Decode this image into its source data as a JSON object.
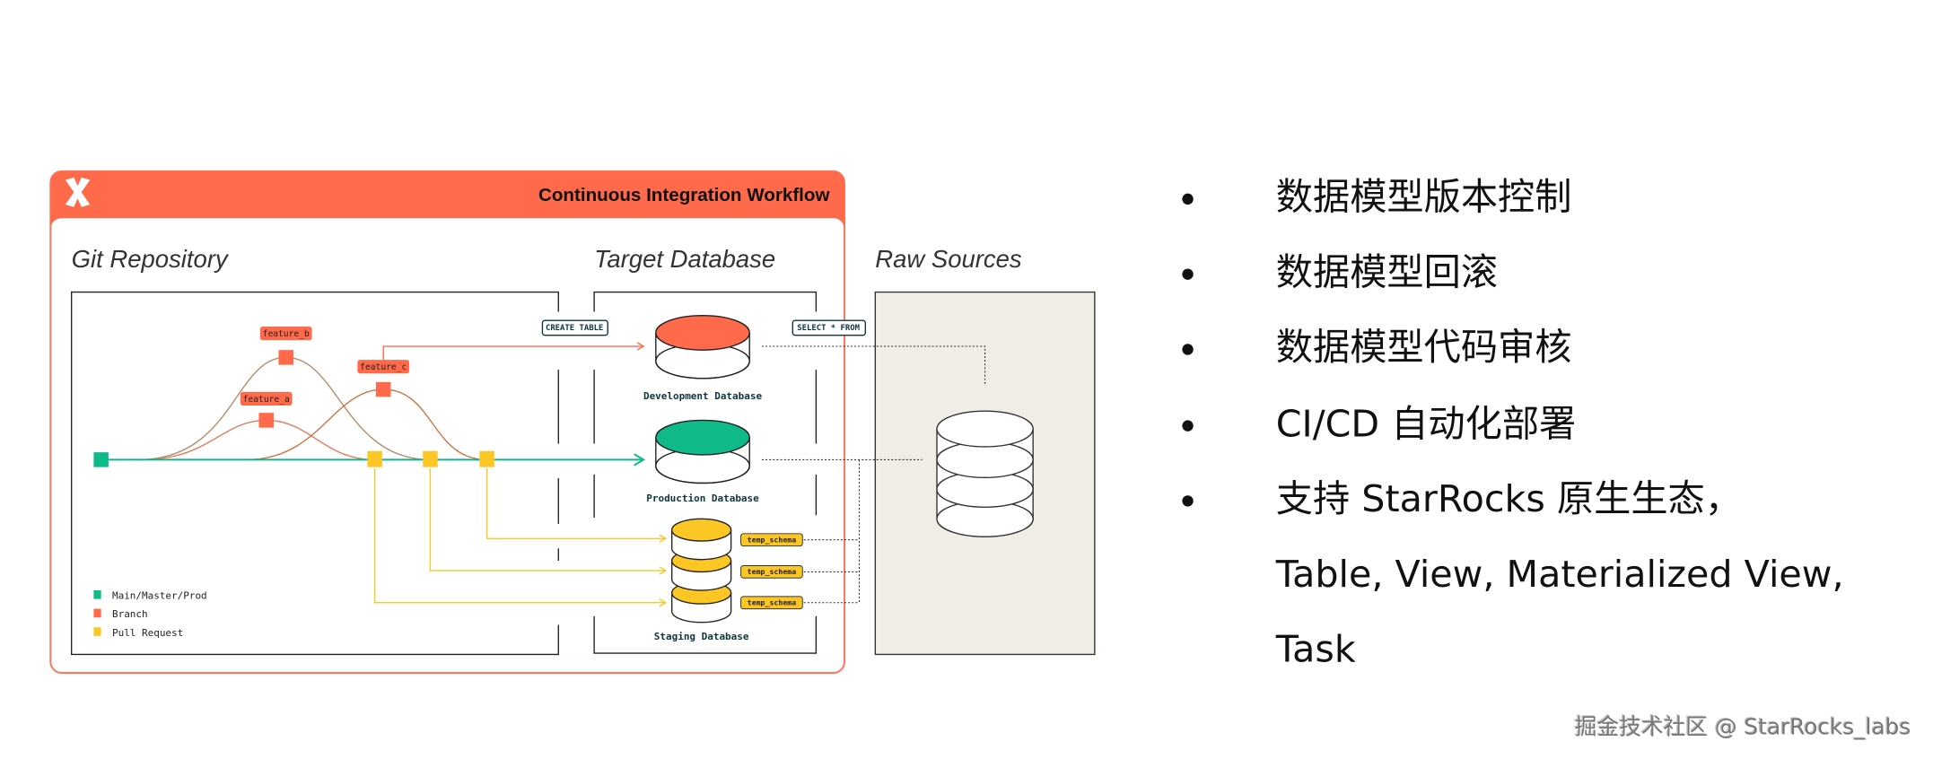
{
  "diagram": {
    "title": "Continuous Integration Workflow",
    "logo_icon": "dbt-logo-icon",
    "sections": {
      "git": "Git Repository",
      "target": "Target Database",
      "raw": "Raw Sources"
    },
    "branches": [
      "feature_a",
      "feature_b",
      "feature_c"
    ],
    "actions": {
      "create": "CREATE TABLE",
      "select": "SELECT * FROM"
    },
    "databases": {
      "dev": "Development Database",
      "prod": "Production Database",
      "staging": "Staging Database"
    },
    "schema_label": "temp_schema",
    "schemas": [
      "temp_schema",
      "temp_schema",
      "temp_schema"
    ],
    "legend": [
      {
        "label": "Main/Master/Prod",
        "color": "#0fb98a"
      },
      {
        "label": "Branch",
        "color": "#ff6a4b"
      },
      {
        "label": "Pull Request",
        "color": "#fcc624"
      }
    ],
    "colors": {
      "accent": "#ff6a4b",
      "main": "#0fb98a",
      "pr": "#fcc624",
      "raw_bg": "#f0ede4",
      "ink": "#0d3440"
    }
  },
  "bullets": [
    "数据模型版本控制",
    "数据模型回滚",
    "数据模型代码审核",
    "CI/CD 自动化部署",
    "支持 StarRocks 原生生态，"
  ],
  "bullet_continuation": [
    "Table, View, Materialized View,",
    "Task"
  ],
  "watermark": "掘金技术社区 @ StarRocks_labs"
}
